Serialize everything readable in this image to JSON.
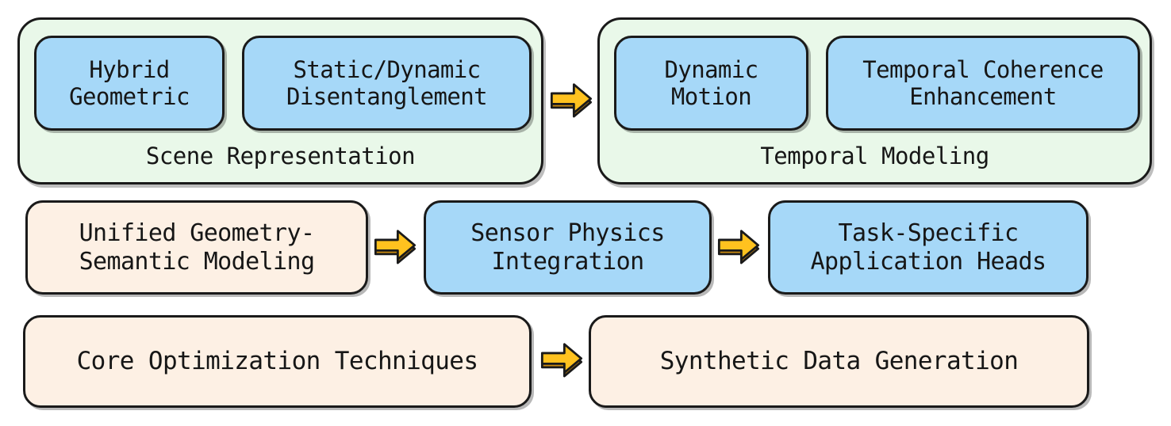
{
  "diagram": {
    "type": "block-flow-diagram",
    "background_color": "#ffffff",
    "palette": {
      "group_fill": "#e9f8e9",
      "blue_fill": "#a6d8f8",
      "cream_fill": "#fdf0e4",
      "stroke": "#1a1a1a",
      "arrow_fill": "#ffc21f",
      "arrow_shadow": "#c98a10"
    },
    "rows": [
      {
        "row_name": "top-row",
        "groups": [
          {
            "group_name": "scene-representation",
            "label": "Scene Representation",
            "children": [
              {
                "name": "hybrid-geometric",
                "label": "Hybrid\nGeometric"
              },
              {
                "name": "static-dynamic-disentanglement",
                "label": "Static/Dynamic\nDisentanglement"
              }
            ]
          },
          {
            "group_name": "temporal-modeling",
            "label": "Temporal Modeling",
            "children": [
              {
                "name": "dynamic-motion",
                "label": "Dynamic\nMotion"
              },
              {
                "name": "temporal-coherence-enhancement",
                "label": "Temporal Coherence\nEnhancement"
              }
            ]
          }
        ],
        "connectors": [
          {
            "name": "arrow-scene-to-temporal",
            "icon": "right-block-arrow-icon"
          }
        ]
      },
      {
        "row_name": "middle-row",
        "nodes": [
          {
            "name": "unified-geometry-semantic-modeling",
            "label": "Unified Geometry-\nSemantic Modeling",
            "fill": "cream"
          },
          {
            "name": "sensor-physics-integration",
            "label": "Sensor Physics\nIntegration",
            "fill": "blue"
          },
          {
            "name": "task-specific-application-heads",
            "label": "Task-Specific\nApplication Heads",
            "fill": "blue"
          }
        ],
        "connectors": [
          {
            "name": "arrow-unified-to-sensor",
            "icon": "right-block-arrow-icon"
          },
          {
            "name": "arrow-sensor-to-task",
            "icon": "right-block-arrow-icon"
          }
        ]
      },
      {
        "row_name": "bottom-row",
        "nodes": [
          {
            "name": "core-optimization-techniques",
            "label": "Core Optimization Techniques",
            "fill": "cream"
          },
          {
            "name": "synthetic-data-generation",
            "label": "Synthetic Data Generation",
            "fill": "cream"
          }
        ],
        "connectors": [
          {
            "name": "arrow-core-to-synthetic",
            "icon": "right-block-arrow-icon"
          }
        ]
      }
    ]
  }
}
